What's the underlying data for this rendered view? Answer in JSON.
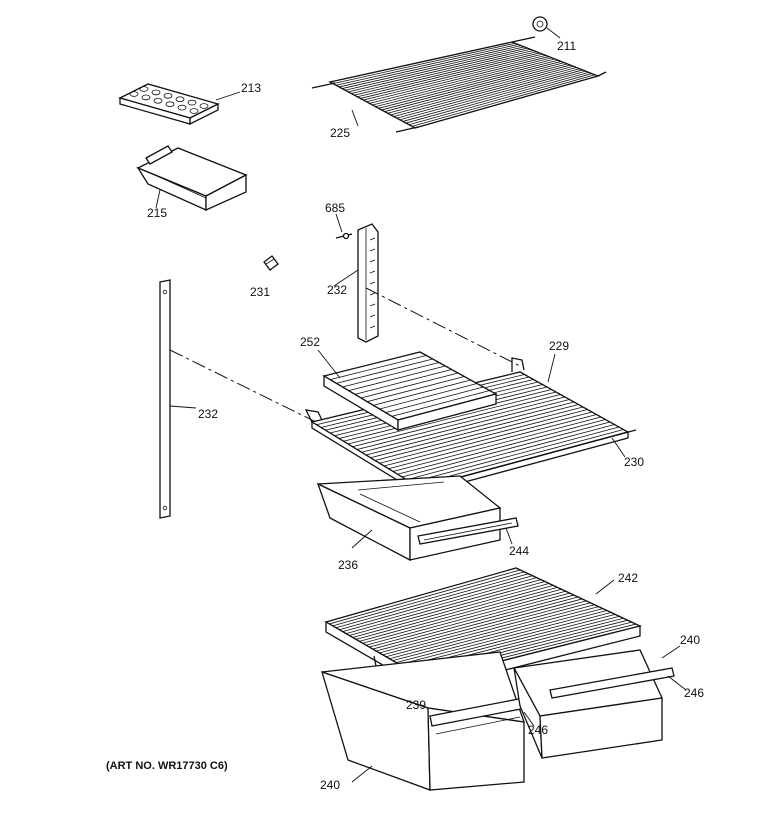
{
  "callouts": {
    "c211": "211",
    "c213": "213",
    "c225": "225",
    "c215": "215",
    "c685": "685",
    "c231": "231",
    "c232a": "232",
    "c232b": "232",
    "c252": "252",
    "c229": "229",
    "c230": "230",
    "c236": "236",
    "c244": "244",
    "c242": "242",
    "c240a": "240",
    "c246a": "246",
    "c239": "239",
    "c246b": "246",
    "c240b": "240"
  },
  "art_number": "(ART NO. WR17730 C6)"
}
